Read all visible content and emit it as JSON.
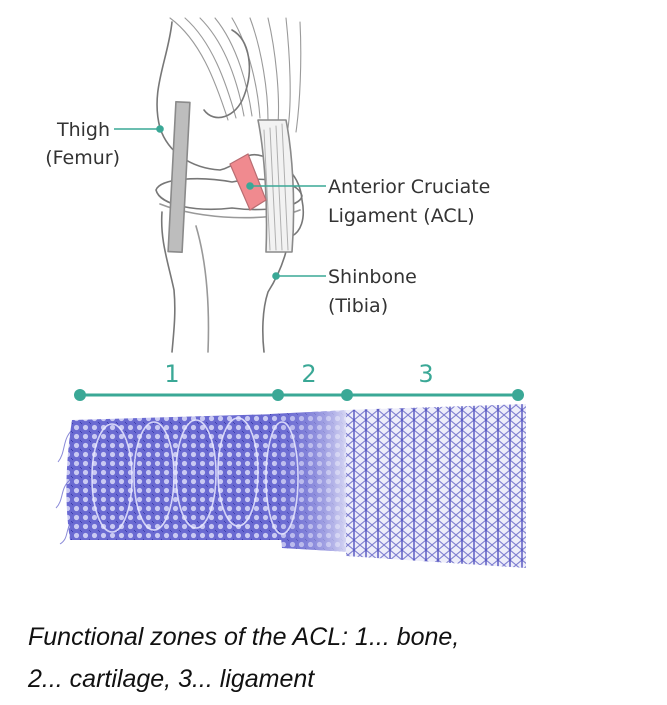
{
  "labels": {
    "thigh": "Thigh",
    "femur": "(Femur)",
    "acl_line1": "Anterior Cruciate",
    "acl_line2": "Ligament (ACL)",
    "shinbone": "Shinbone",
    "tibia": "(Tibia)"
  },
  "zones": [
    {
      "number": "1",
      "name": "bone"
    },
    {
      "number": "2",
      "name": "cartilage"
    },
    {
      "number": "3",
      "name": "ligament"
    }
  ],
  "caption": {
    "line1": "Functional zones of the ACL: 1... bone,",
    "line2": "2... cartilage, 3... ligament"
  },
  "colors": {
    "accent": "#3aa896",
    "ligament": "#f08a8f",
    "fabric": "#5a5ac8",
    "outline": "#777777"
  }
}
